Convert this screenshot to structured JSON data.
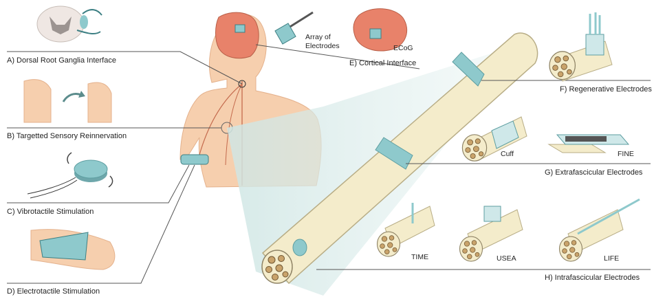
{
  "labels": {
    "a": "A) Dorsal Root Ganglia Interface",
    "b": "B) Targetted Sensory Reinnervation",
    "c": "C) Vibrotactile Stimulation",
    "d": "D) Electrotactile Stimulation",
    "e": "E) Cortical Interface",
    "f": "F) Regenerative Electrodes",
    "g": "G) Extrafascicular Electrodes",
    "h": "H) Intrafascicular Electrodes"
  },
  "sublabels": {
    "array_of_electrodes": "Array of Electrodes",
    "ecog": "ECoG",
    "cuff": "Cuff",
    "fine": "FINE",
    "time": "TIME",
    "usea": "USEA",
    "life": "LIFE"
  },
  "colors": {
    "skin": "#f6cfae",
    "skin_dark": "#e9b08a",
    "nerve": "#f4eccb",
    "nerve_edge": "#b8ad86",
    "electrode": "#8ec9cc",
    "fascicle": "#c9a36b",
    "line": "#555555"
  }
}
